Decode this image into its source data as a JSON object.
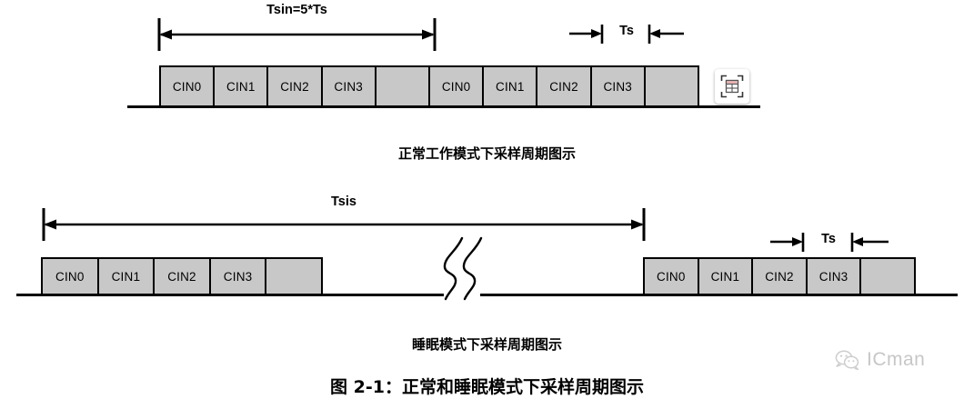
{
  "figure": {
    "title": "图 2-1：正常和睡眠模式下采样周期图示",
    "colors": {
      "cell_fill": "#c8c8c8",
      "stroke": "#000000",
      "background": "#ffffff",
      "watermark": "#7a7a7a"
    }
  },
  "diagram_normal": {
    "caption": "正常工作模式下采样周期图示",
    "dimension_span": {
      "label": "Tsin=5*Ts"
    },
    "dimension_tick": {
      "label": "Ts"
    },
    "cells": [
      {
        "label": "CIN0"
      },
      {
        "label": "CIN1"
      },
      {
        "label": "CIN2"
      },
      {
        "label": "CIN3"
      },
      {
        "label": ""
      },
      {
        "label": "CIN0"
      },
      {
        "label": "CIN1"
      },
      {
        "label": "CIN2"
      },
      {
        "label": "CIN3"
      },
      {
        "label": ""
      }
    ]
  },
  "diagram_sleep": {
    "caption": "睡眠模式下采样周期图示",
    "dimension_span": {
      "label": "Tsis"
    },
    "dimension_tick": {
      "label": "Ts"
    },
    "cells_left": [
      {
        "label": "CIN0"
      },
      {
        "label": "CIN1"
      },
      {
        "label": "CIN2"
      },
      {
        "label": "CIN3"
      },
      {
        "label": ""
      }
    ],
    "cells_right": [
      {
        "label": "CIN0"
      },
      {
        "label": "CIN1"
      },
      {
        "label": "CIN2"
      },
      {
        "label": "CIN3"
      },
      {
        "label": ""
      }
    ],
    "break_symbol": "squiggle-break"
  },
  "overlay": {
    "table_extract_icon": "table-extract-icon"
  },
  "watermark": {
    "text": "ICman",
    "icon": "wechat-logo-icon"
  }
}
